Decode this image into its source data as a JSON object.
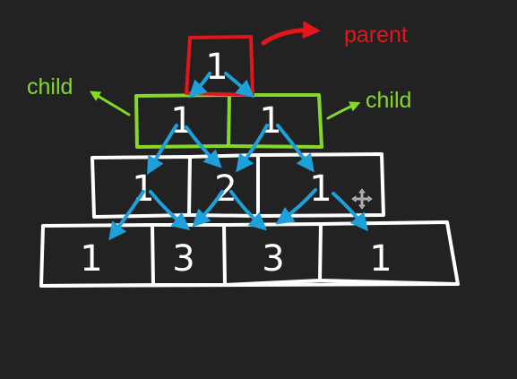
{
  "colors": {
    "background": "#222222",
    "box_stroke": "#ffffff",
    "digit": "#ffffff",
    "arrow": "#1ea1db",
    "parent_highlight": "#e3161b",
    "child_highlight": "#84d82a",
    "annotation_arrow_parent": "#e3161b",
    "annotation_arrow_child": "#84d82a"
  },
  "annotations": {
    "parent_label": "parent",
    "child_left_label": "child",
    "child_right_label": "child"
  },
  "pyramid": {
    "rows": [
      [
        "1"
      ],
      [
        "1",
        "1"
      ],
      [
        "1",
        "2",
        "1"
      ],
      [
        "1",
        "3",
        "3",
        "1"
      ]
    ]
  },
  "cursor": {
    "icon": "move-cursor-icon"
  }
}
